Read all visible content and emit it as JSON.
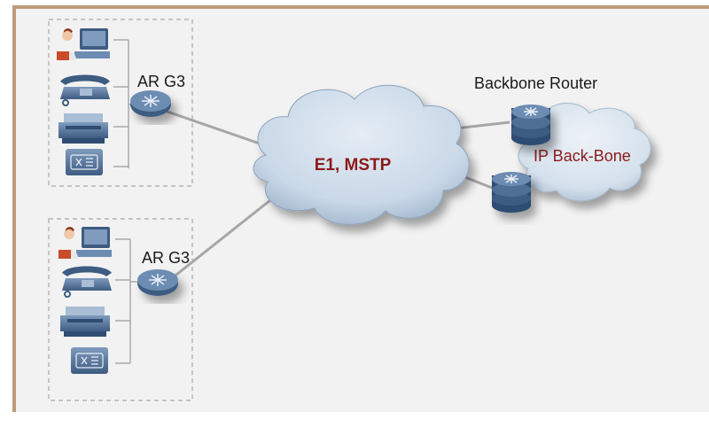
{
  "labels": {
    "router_top": "AR G3",
    "router_bottom": "AR G3",
    "backbone_router": "Backbone Router",
    "ip_backbone": "IP Back-Bone",
    "wan_cloud": "E1, MSTP"
  },
  "colors": {
    "frame_border": "#bf9a7a",
    "panel_bg": "#f2f2f2",
    "cloud_fill": "#c9d8e8",
    "device_blue": "#4f6f95",
    "label_red": "#8b1a1a"
  },
  "icons": {
    "terminal": [
      "pc-user-icon",
      "phone-icon",
      "fax-icon",
      "pbx-icon"
    ],
    "router": "router-icon",
    "backbone": "backbone-router-icon",
    "cloud": "cloud-icon"
  }
}
